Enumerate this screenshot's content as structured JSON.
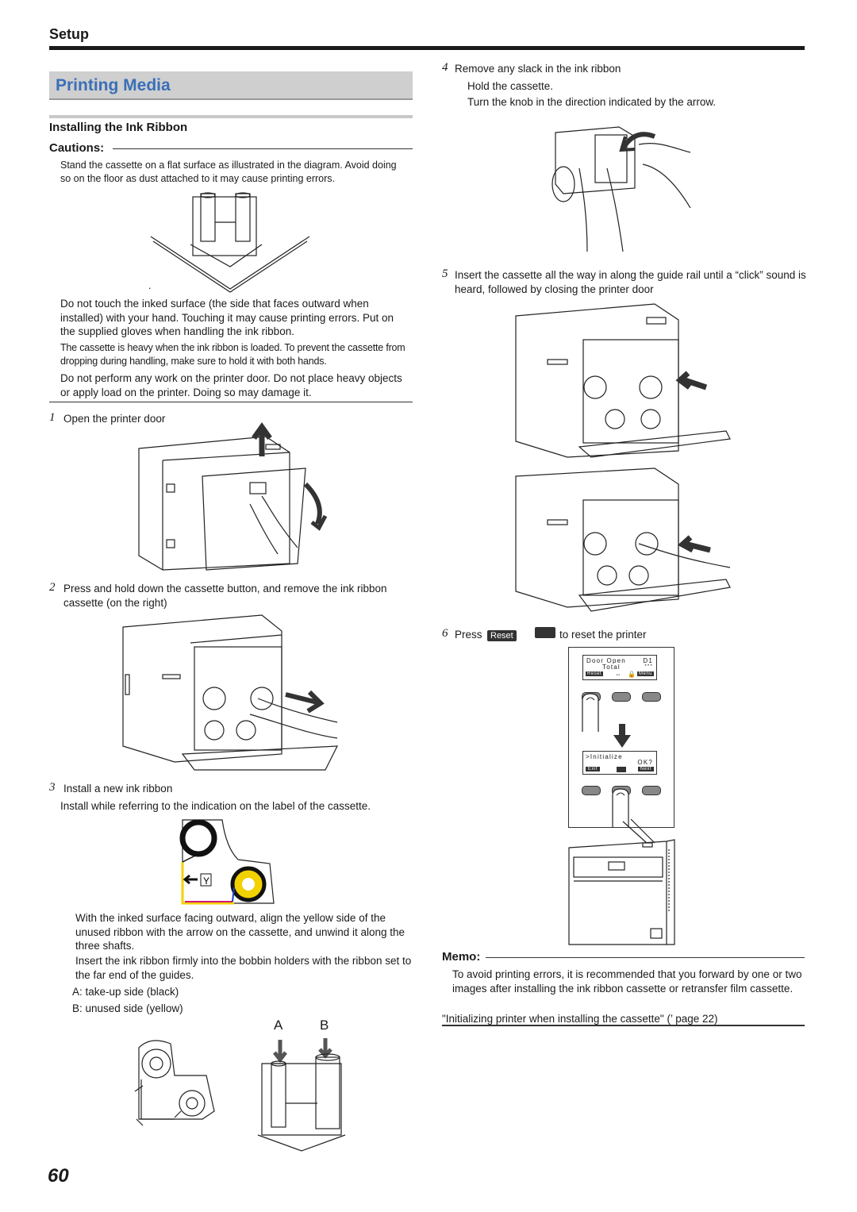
{
  "header": {
    "section": "Setup"
  },
  "title": "Printing Media",
  "subtitle": "Installing the Ink Ribbon",
  "cautions": {
    "label": "Cautions:",
    "item1": "Stand the cassette on a flat surface as illustrated in the diagram. Avoid doing so on the floor as dust attached to it may cause printing errors.",
    "dot": ".",
    "item2": "Do not touch the inked surface (the side that faces outward when installed) with your hand. Touching it may cause printing errors. Put on the supplied gloves when handling the ink ribbon.",
    "item3": "The cassette is heavy when the ink ribbon is loaded. To prevent the cassette from dropping during handling, make sure to hold it with both hands.",
    "item4": "Do not perform any work on the printer door. Do not place heavy objects or apply load on the printer. Doing so may damage it."
  },
  "steps": [
    {
      "num": "1",
      "text": "Open the printer door"
    },
    {
      "num": "2",
      "text": "Press and hold down the cassette button, and remove the ink ribbon cassette (on the right)"
    },
    {
      "num": "3",
      "text": "Install a new ink ribbon",
      "sub1": "Install while referring to the indication on the label of the cassette.",
      "sub2": "With the inked surface facing outward, align the yellow side of the unused ribbon with the arrow on the cassette, and unwind it along the three shafts.",
      "sub3": "Insert the ink ribbon firmly into the bobbin holders with the ribbon set to the far end of the guides.",
      "a": "A: take-up side (black)",
      "b": "B: unused side (yellow)",
      "label_a": "A",
      "label_b": "B",
      "label_y": "Y"
    },
    {
      "num": "4",
      "text": "Remove any slack in the ink ribbon",
      "sub1": "Hold the cassette.",
      "sub2": "Turn the knob in the direction indicated by the arrow."
    },
    {
      "num": "5",
      "text": "Insert the cassette all the way in along the guide rail until a “click” sound is heard, followed by closing the printer door"
    },
    {
      "num": "6",
      "text_pre": "Press",
      "key": "Reset",
      "text_post": "to reset the printer"
    }
  ],
  "lcd1": {
    "line1": "Door Open",
    "code": "D1",
    "line2": "Total",
    "stars": "***",
    "left": "Reset",
    "right": "Menu"
  },
  "lcd2": {
    "line1": ">Initialize",
    "line2": "OK?",
    "left": "Exit",
    "right": "Next"
  },
  "memo": {
    "label": "Memo:",
    "text": "To avoid printing errors, it is recommended that you forward by one or two images after installing the ink ribbon cassette or retransfer film cassette.",
    "link": "\"Initializing printer when installing the cassette\" (’ page 22)"
  },
  "page_number": "60",
  "colors": {
    "title_blue": "#3a6fb7",
    "yellow": "#f2d100",
    "magenta": "#d4147a"
  }
}
